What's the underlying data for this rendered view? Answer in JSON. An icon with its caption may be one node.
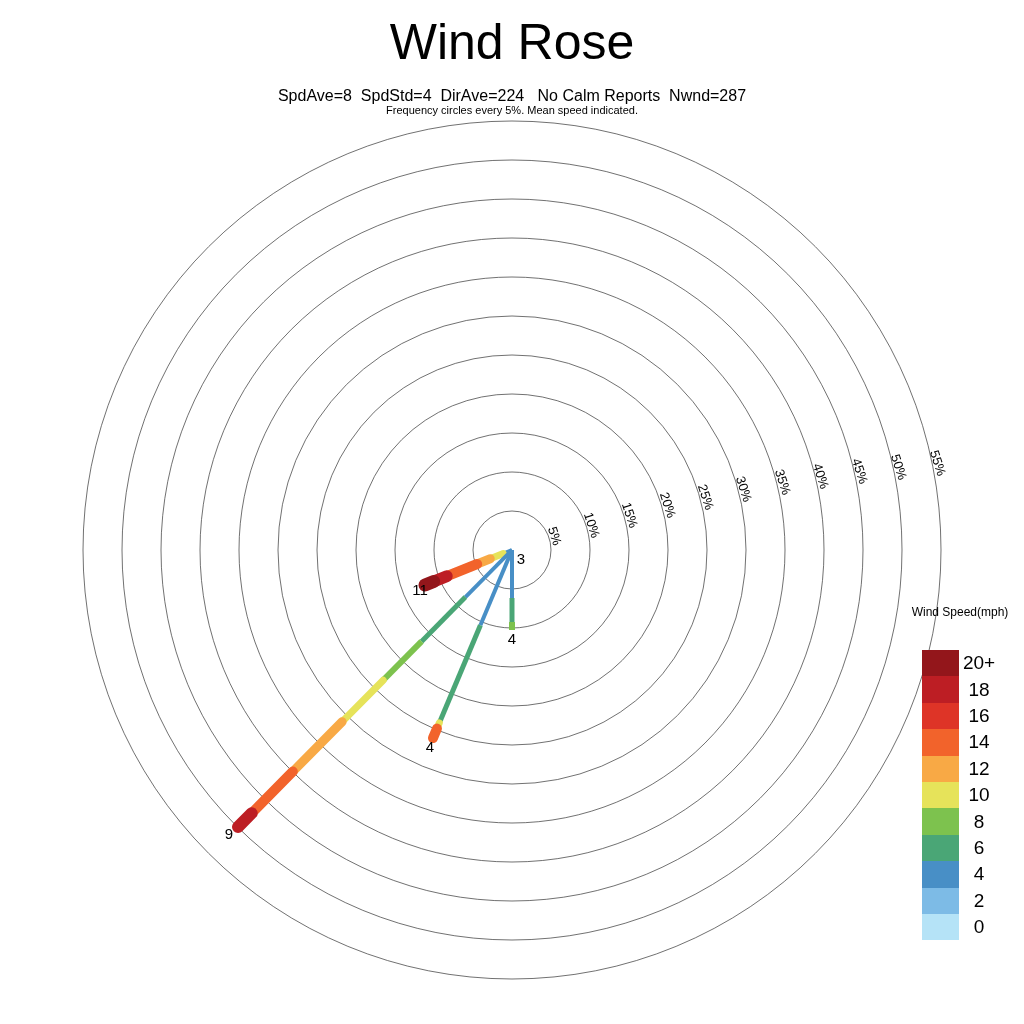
{
  "diagram": {
    "title": "Wind Rose",
    "labels": [
      "SpdAve=8  SpdStd=4  DirAve=224   No Calm Reports  Nwnd=287",
      "Frequency circles every 5%. Mean speed indicated.",
      "5%",
      "10%",
      "15%",
      "20%",
      "25%",
      "30%",
      "35%",
      "40%",
      "45%",
      "50%",
      "55%",
      "3",
      "11",
      "4",
      "4",
      "9",
      "Wind Speed(mph)"
    ],
    "legend": [
      {
        "text": "20+",
        "color": "#93161b"
      },
      {
        "text": "18",
        "color": "#bd1e24"
      },
      {
        "text": "16",
        "color": "#de3427"
      },
      {
        "text": "14",
        "color": "#f2632b"
      },
      {
        "text": "12",
        "color": "#f8a945"
      },
      {
        "text": "10",
        "color": "#e6e35a"
      },
      {
        "text": "8",
        "color": "#7dc24e"
      },
      {
        "text": "6",
        "color": "#4aa676"
      },
      {
        "text": "4",
        "color": "#488fc6"
      },
      {
        "text": "2",
        "color": "#7dbbe6"
      },
      {
        "text": "0",
        "color": "#b5e3f7"
      }
    ]
  }
}
